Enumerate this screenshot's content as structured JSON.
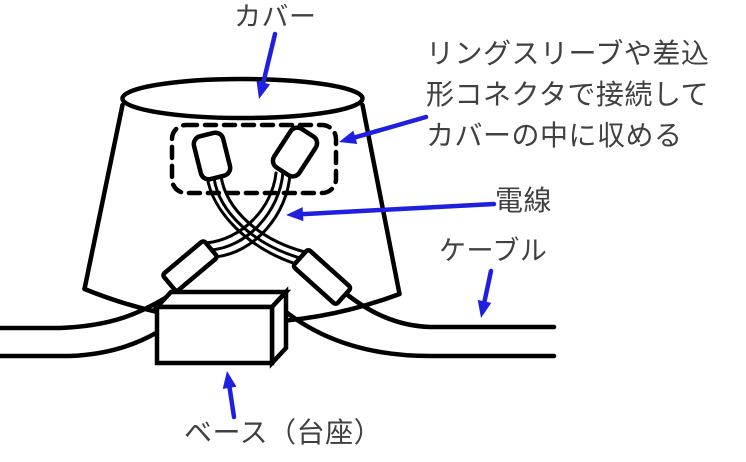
{
  "labels": {
    "cover": "カバー",
    "wire": "電線",
    "cable": "ケーブル",
    "base": "ベース（台座）"
  },
  "connection_note": {
    "lines": [
      "リングスリーブや差込",
      "形コネクタで接続して",
      "カバーの中に収める"
    ]
  },
  "colors": {
    "arrow_blue": "#1f1fe0",
    "label_gray": "#404040",
    "ink_black": "#000000",
    "background": "#ffffff"
  }
}
